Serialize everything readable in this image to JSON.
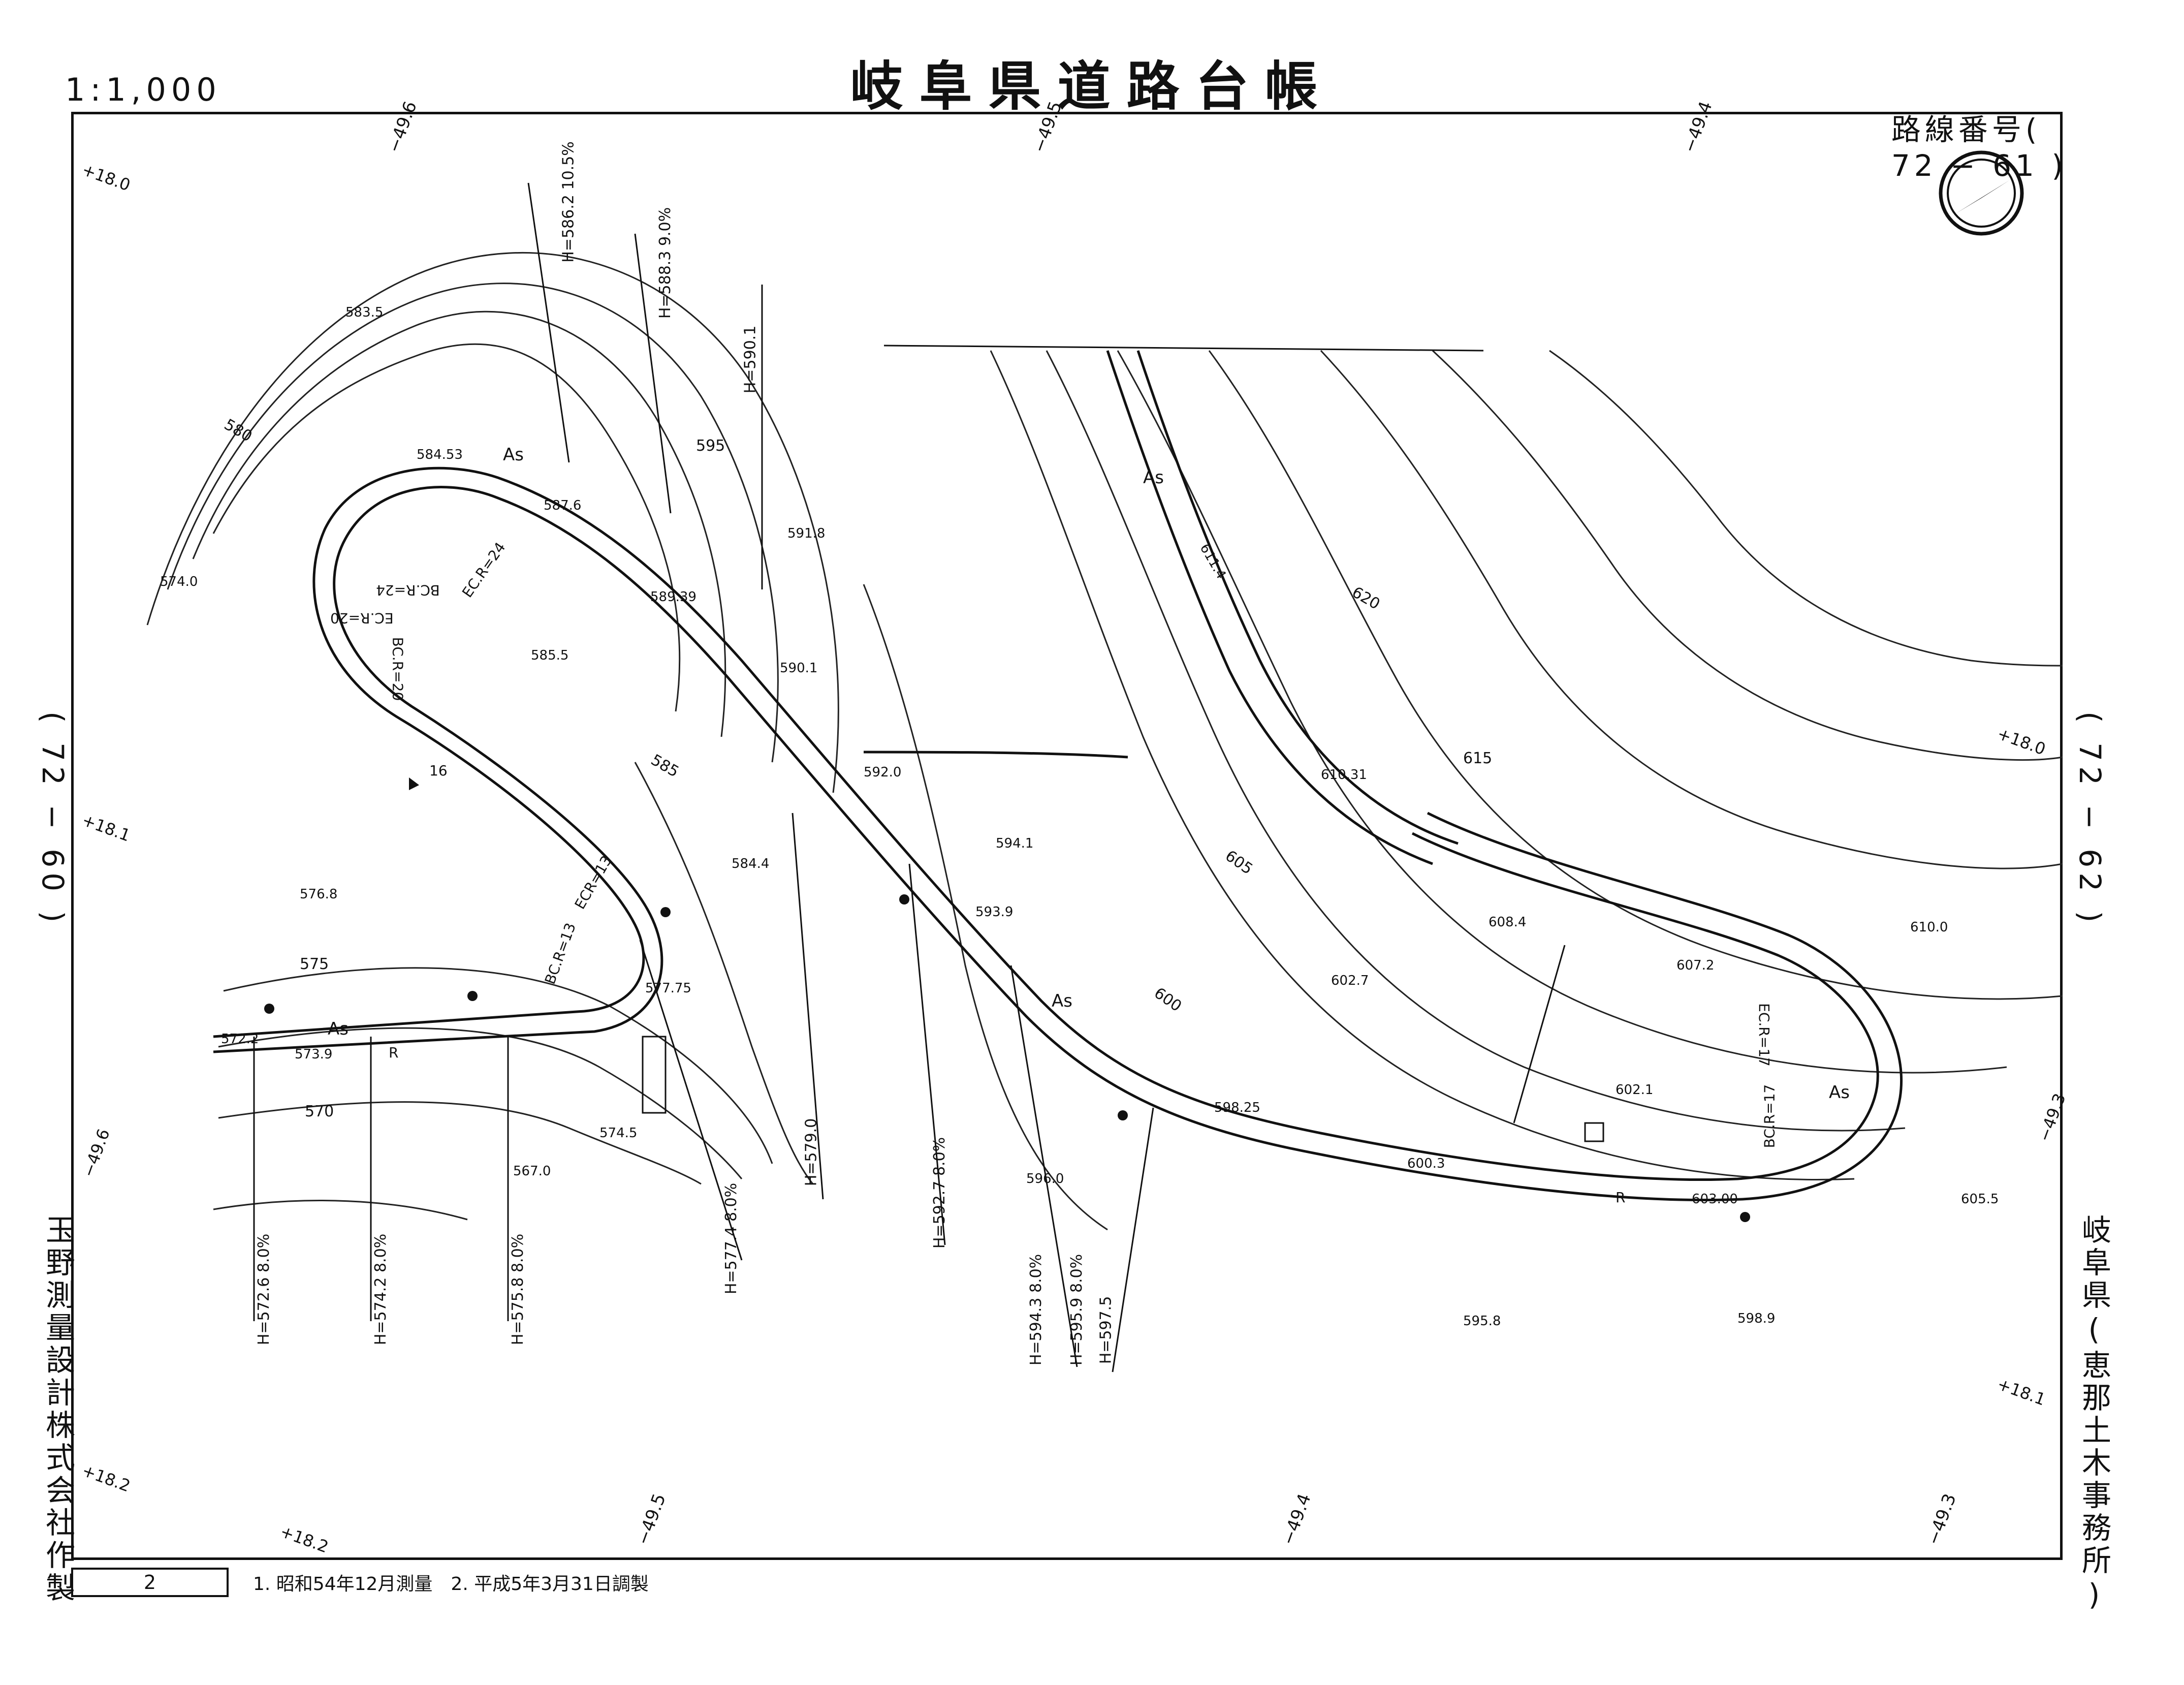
{
  "header": {
    "title": "岐阜県道路台帳",
    "scale": "1:1,000",
    "route_number_label": "路線番号",
    "route_number": "72 − 61"
  },
  "adjacent_sheets": {
    "left": "( 72 − 60 )",
    "right": "( 72 − 62 )"
  },
  "producer": "玉野測量設計株式会社作製",
  "office": "岐阜県(恵那土木事務所)",
  "footer": {
    "sheet_number": "2",
    "notes": "1. 昭和54年12月測量　2. 平成5年3月31日調製"
  },
  "grid_labels": {
    "top": [
      "−49.6",
      "−49.5",
      "−49.4"
    ],
    "bottom": [
      "−49.5",
      "−49.4",
      "−49.3"
    ],
    "left": [
      "+18.0",
      "+18.1",
      "+18.2",
      "+18.2",
      "−49.6"
    ],
    "right": [
      "+18.0",
      "+18.1",
      "−49.3"
    ]
  },
  "contour_labels": [
    "580",
    "575",
    "570",
    "585",
    "595",
    "600",
    "605",
    "615",
    "620"
  ],
  "spot_heights": [
    "583.5",
    "584.53",
    "587.6",
    "591.8",
    "574.0",
    "585.5",
    "589.39",
    "590.1",
    "592.0",
    "584.4",
    "594.1",
    "593.9",
    "576.8",
    "577.75",
    "572.2",
    "573.9",
    "574.5",
    "567.0",
    "596.0",
    "598.25",
    "602.7",
    "600.3",
    "603.00",
    "602.1",
    "607.2",
    "608.4",
    "610.31",
    "611.4",
    "610.0",
    "605.5",
    "598.9",
    "595.8"
  ],
  "road_labels": [
    "As",
    "R",
    "EC.R=24",
    "BC.R=24",
    "EC.R=20",
    "BC.R=20",
    "ECR=13",
    "BC.R=13",
    "EC.R=17",
    "BC.R=17",
    "16"
  ],
  "grade_labels": [
    {
      "h": "H=586.2",
      "grade": "10.5%"
    },
    {
      "h": "H=588.3",
      "grade": "9.0%"
    },
    {
      "h": "H=590.1",
      "grade": ""
    },
    {
      "h": "H=572.6",
      "grade": "8.0%"
    },
    {
      "h": "H=574.2",
      "grade": "8.0%"
    },
    {
      "h": "H=575.8",
      "grade": "8.0%"
    },
    {
      "h": "H=577.4",
      "grade": "8.0%"
    },
    {
      "h": "H=579.0",
      "grade": ""
    },
    {
      "h": "H=592.7",
      "grade": "8.0%"
    },
    {
      "h": "H=594.3",
      "grade": "8.0%"
    },
    {
      "h": "H=595.9",
      "grade": "8.0%"
    },
    {
      "h": "H=597.5",
      "grade": ""
    }
  ]
}
